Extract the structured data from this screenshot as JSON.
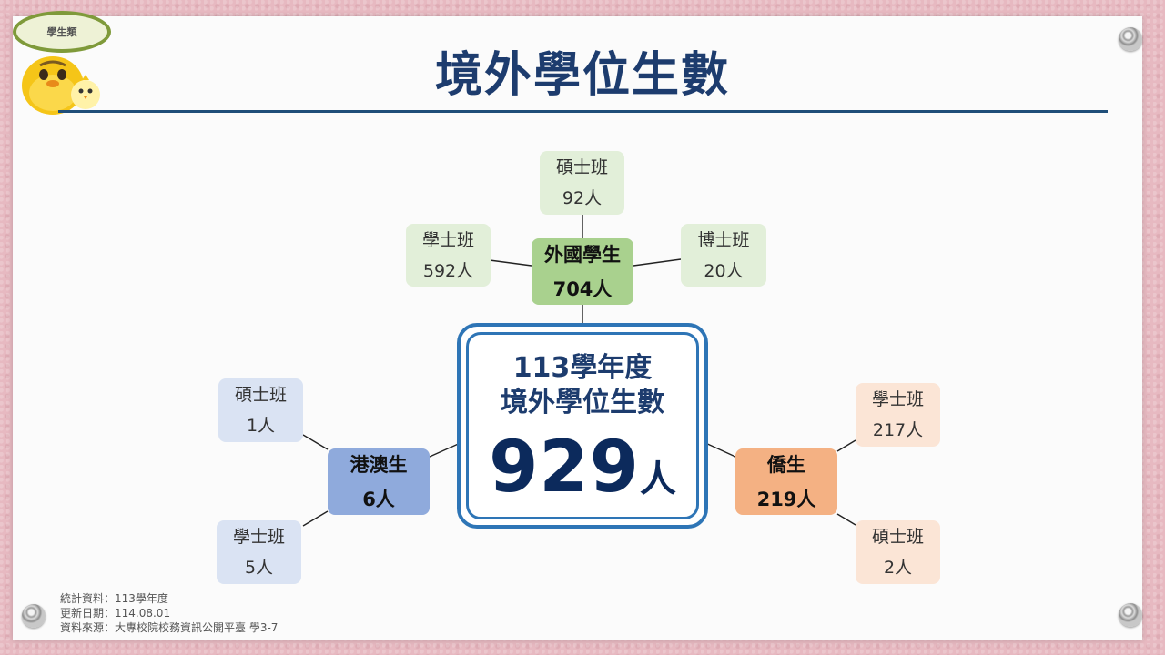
{
  "badge": "學生類",
  "title": "境外學位生數",
  "center": {
    "line1": "113學年度",
    "line2": "境外學位生數",
    "total": "929",
    "unit": "人"
  },
  "groups": {
    "foreign": {
      "name": "外國學生",
      "total": "704人",
      "master": {
        "label": "碩士班",
        "value": "92人"
      },
      "bachelor": {
        "label": "學士班",
        "value": "592人"
      },
      "doctor": {
        "label": "博士班",
        "value": "20人"
      }
    },
    "hkmacao": {
      "name": "港澳生",
      "total": "6人",
      "master": {
        "label": "碩士班",
        "value": "1人"
      },
      "bachelor": {
        "label": "學士班",
        "value": "5人"
      }
    },
    "overseas": {
      "name": "僑生",
      "total": "219人",
      "bachelor": {
        "label": "學士班",
        "value": "217人"
      },
      "master": {
        "label": "碩士班",
        "value": "2人"
      }
    }
  },
  "footer": {
    "line1": "統計資料：113學年度",
    "line2": "更新日期：114.08.01",
    "line3": "資料來源：大專校院校務資訊公開平臺  學3-7"
  },
  "colors": {
    "title": "#1d3c6e",
    "green": "#a9d18e",
    "blue": "#8faadc",
    "orange": "#f4b183",
    "frame": "#2e75b6"
  }
}
